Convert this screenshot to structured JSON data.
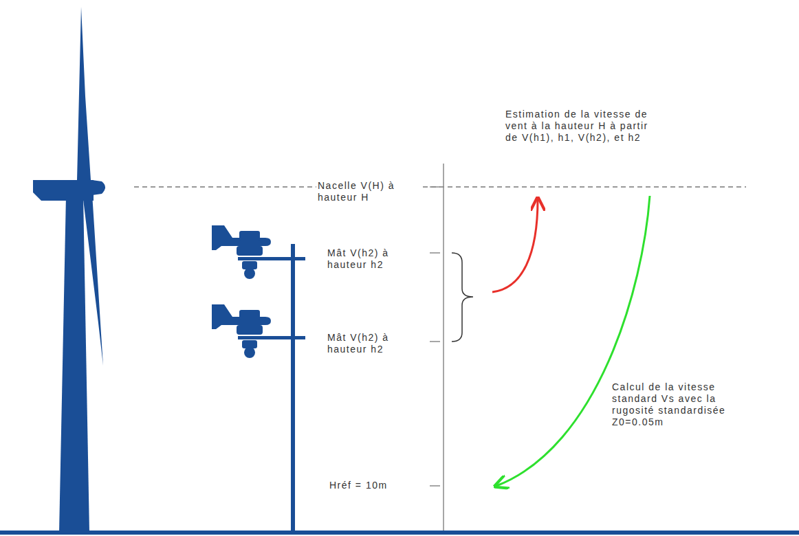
{
  "diagram": {
    "labels": [
      "Estimation de la vitesse de vent à la hauteur H à partir de V(h1), h1, V(h2), et h2",
      "Nacelle V(H) à hauteur H",
      "Mât V(h2) à hauteur h2",
      "Mât V(h2) à hauteur h2",
      "Calcul de la vitesse standard Vs avec la rugosité standardisée Z0=0.05m",
      "Hréf = 10m"
    ]
  }
}
